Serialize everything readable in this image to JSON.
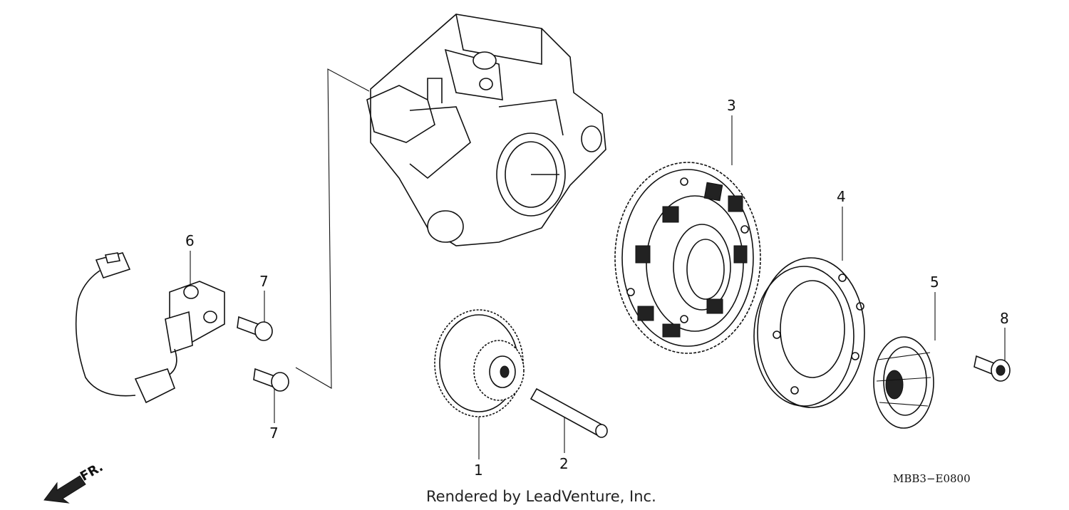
{
  "callouts": [
    {
      "id": "1",
      "label": "1"
    },
    {
      "id": "2",
      "label": "2"
    },
    {
      "id": "3",
      "label": "3"
    },
    {
      "id": "4",
      "label": "4"
    },
    {
      "id": "5",
      "label": "5"
    },
    {
      "id": "6",
      "label": "6"
    },
    {
      "id": "7a",
      "label": "7"
    },
    {
      "id": "7b",
      "label": "7"
    },
    {
      "id": "8",
      "label": "8"
    }
  ],
  "diagram_code": "MBB3−E0800",
  "credit": "Rendered by LeadVenture, Inc.",
  "direction_label": "FR."
}
